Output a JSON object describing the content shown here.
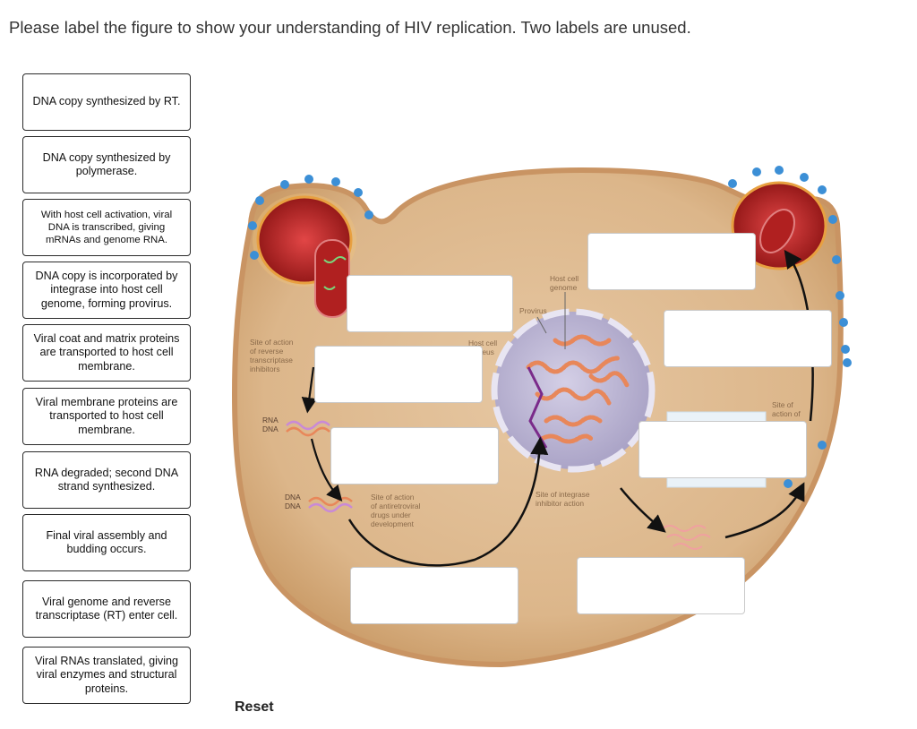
{
  "question": "Please label the figure to show your understanding of HIV replication. Two labels are unused.",
  "labels": [
    "DNA copy synthesized by RT.",
    "DNA copy synthesized by polymerase.",
    "With host cell activation, viral DNA is transcribed, giving mRNAs and genome RNA.",
    "DNA copy is incorporated by integrase into host cell genome, forming provirus.",
    "Viral coat and matrix proteins are transported to host cell membrane.",
    "Viral membrane proteins are transported to host cell membrane.",
    "RNA degraded; second DNA strand synthesized.",
    "Final viral assembly and budding occurs.",
    "Viral genome and reverse transcriptase (RT) enter cell.",
    "Viral RNAs translated, giving viral enzymes and structural proteins."
  ],
  "reset_label": "Reset",
  "figure": {
    "host_cell_genome": [
      "Host cell",
      "genome"
    ],
    "provirus": "Provirus",
    "host_cell_nucleus": [
      "Host cell",
      "nucleus"
    ],
    "site_rt_inhibitors": [
      "Site of action",
      "of reverse",
      "transcriptase",
      "inhibitors"
    ],
    "rna_dna_1": [
      "RNA",
      "DNA"
    ],
    "dna_dna": [
      "DNA",
      "DNA"
    ],
    "site_antiretroviral": [
      "Site of action",
      "of antiretroviral",
      "drugs under",
      "development"
    ],
    "site_integrase": [
      "Site of integrase",
      "inhibitor action"
    ],
    "site_action_of": [
      "Site of",
      "action of"
    ]
  },
  "colors": {
    "cytoplasm": "#e8c9a4",
    "membrane": "#d6a877",
    "nucleus": "#bfb9d6",
    "virus_red": "#c52a2a",
    "dna_orange": "#e8875a",
    "rna_pink": "#c98ad6"
  }
}
